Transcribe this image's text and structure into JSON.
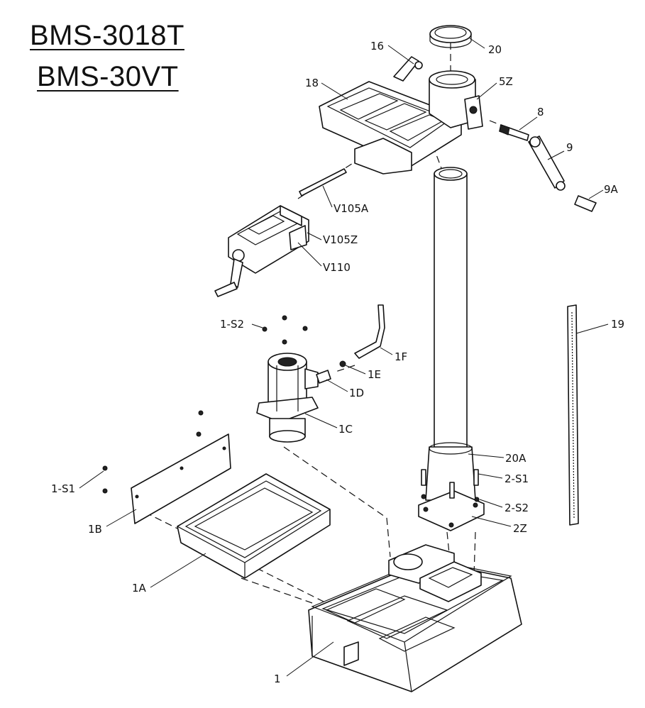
{
  "titles": [
    "BMS-3018T",
    "BMS-30VT"
  ],
  "labels": {
    "p1": "1",
    "p1A": "1A",
    "p1B": "1B",
    "p1S1": "1-S1",
    "p1C": "1C",
    "p1D": "1D",
    "p1E": "1E",
    "p1F": "1F",
    "p1S2": "1-S2",
    "p2Z": "2Z",
    "p2S1": "2-S1",
    "p2S2": "2-S2",
    "p20A": "20A",
    "p19": "19",
    "p20": "20",
    "p16": "16",
    "p18": "18",
    "p5Z": "5Z",
    "p8": "8",
    "p9": "9",
    "p9A": "9A",
    "pV105A": "V105A",
    "pV105Z": "V105Z",
    "pV110": "V110"
  }
}
